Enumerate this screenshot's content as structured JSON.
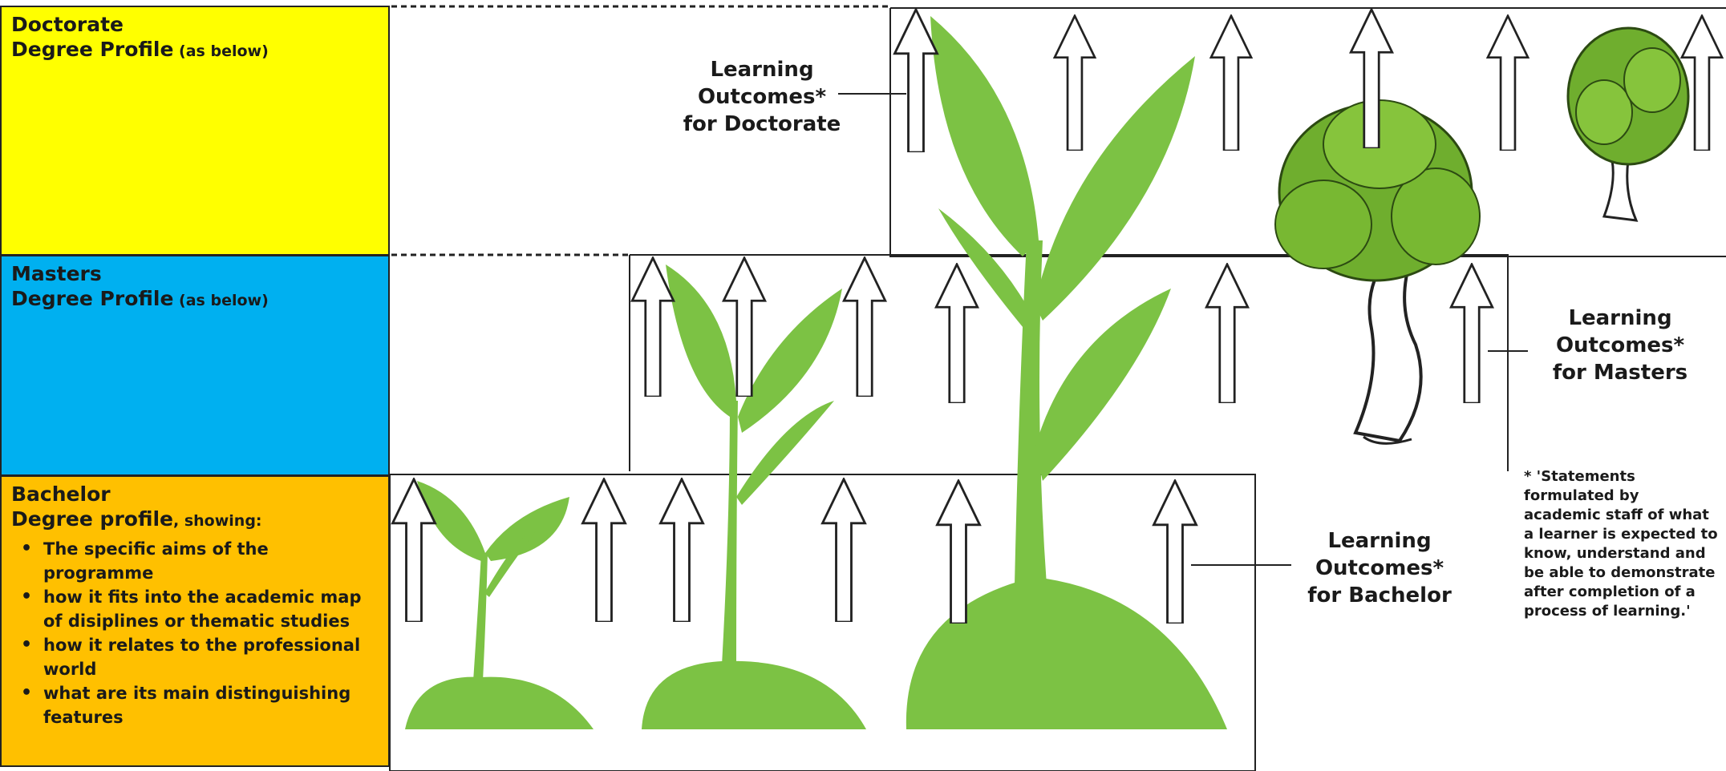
{
  "doctorate": {
    "title": "Doctorate",
    "subtitle_bold": "Degree Profile",
    "subtitle_note": " (as below)",
    "outcomes_label": [
      "Learning",
      "Outcomes*",
      "for Doctorate"
    ]
  },
  "masters": {
    "title": "Masters",
    "subtitle_bold": "Degree Profile",
    "subtitle_note": " (as below)",
    "outcomes_label": [
      "Learning",
      "Outcomes*",
      "for Masters"
    ]
  },
  "bachelor": {
    "title": "Bachelor",
    "subtitle_bold": "Degree profile",
    "subtitle_note": ", showing:",
    "bullets": [
      "The specific aims of the programme",
      "how it fits into the academic map of disiplines or thematic studies",
      "how it relates to the professional world",
      "what are its main distinguishing features"
    ],
    "outcomes_label": [
      "Learning",
      "Outcomes*",
      "for Bachelor"
    ]
  },
  "footnote": "*   'Statements formulated by academic staff of what a learner is expected to know, understand and be able to demonstrate after completion of a process of learning.'",
  "colors": {
    "doctorate": "#ffff00",
    "masters": "#00b0f0",
    "bachelor": "#ffc000",
    "plant": "#7cc244",
    "tree_foliage": "#6fae2e"
  },
  "icons": [
    "up-arrow-icon",
    "seedling-icon",
    "sprout-icon",
    "plant-icon",
    "tree-icon"
  ]
}
